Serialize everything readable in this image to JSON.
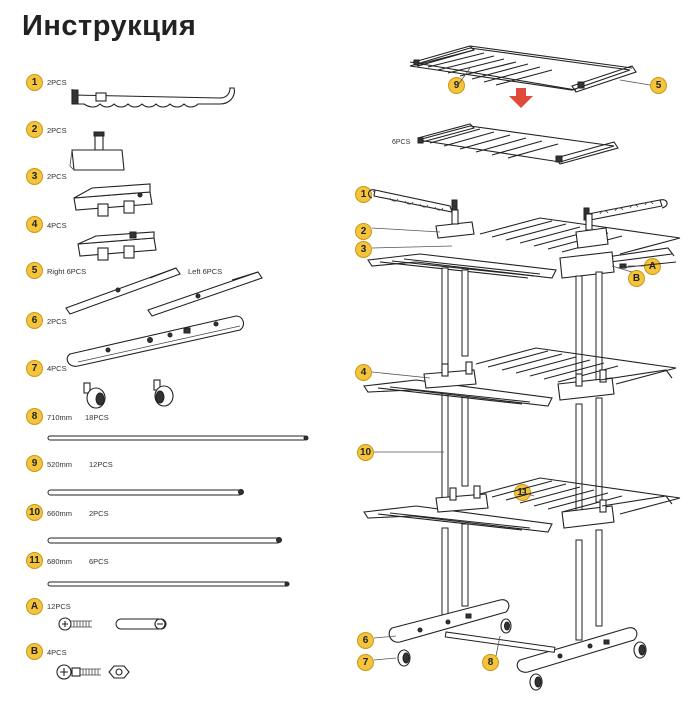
{
  "title": "Инструкция",
  "parts": [
    {
      "id": "1",
      "qty": "2PCS"
    },
    {
      "id": "2",
      "qty": "2PCS"
    },
    {
      "id": "3",
      "qty": "2PCS"
    },
    {
      "id": "4",
      "qty": "4PCS"
    },
    {
      "id": "5",
      "qty": "Right 6PCS",
      "qty2": "Left 6PCS"
    },
    {
      "id": "6",
      "qty": "2PCS"
    },
    {
      "id": "7",
      "qty": "4PCS"
    },
    {
      "id": "8",
      "length": "710mm",
      "qty": "18PCS"
    },
    {
      "id": "9",
      "length": "520mm",
      "qty": "12PCS"
    },
    {
      "id": "10",
      "length": "660mm",
      "qty": "2PCS"
    },
    {
      "id": "11",
      "length": "680mm",
      "qty": "6PCS"
    },
    {
      "id": "A",
      "qty": "12PCS"
    },
    {
      "id": "B",
      "qty": "4PCS"
    }
  ],
  "assembly": {
    "shelf_qty": "6PCS",
    "callouts": [
      "1",
      "2",
      "3",
      "4",
      "5",
      "6",
      "7",
      "8",
      "9",
      "10",
      "11",
      "A",
      "B"
    ]
  }
}
